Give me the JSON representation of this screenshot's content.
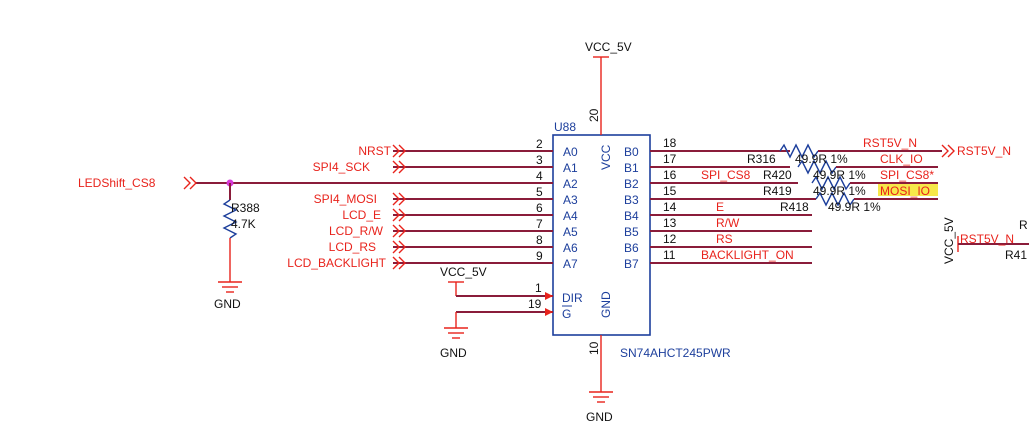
{
  "chip": {
    "ref": "U88",
    "part": "SN74AHCT245PWR",
    "vcc_label": "VCC",
    "gnd_label": "GND",
    "dir_label": "DIR",
    "g_label": "G",
    "left_pins": [
      {
        "num": "2",
        "name": "A0"
      },
      {
        "num": "3",
        "name": "A1"
      },
      {
        "num": "4",
        "name": "A2"
      },
      {
        "num": "5",
        "name": "A3"
      },
      {
        "num": "6",
        "name": "A4"
      },
      {
        "num": "7",
        "name": "A5"
      },
      {
        "num": "8",
        "name": "A6"
      },
      {
        "num": "9",
        "name": "A7"
      }
    ],
    "right_pins": [
      {
        "num": "18",
        "name": "B0"
      },
      {
        "num": "17",
        "name": "B1"
      },
      {
        "num": "16",
        "name": "B2"
      },
      {
        "num": "15",
        "name": "B3"
      },
      {
        "num": "14",
        "name": "B4"
      },
      {
        "num": "13",
        "name": "B5"
      },
      {
        "num": "12",
        "name": "B6"
      },
      {
        "num": "11",
        "name": "B7"
      }
    ],
    "pin_vcc": "20",
    "pin_gnd": "10",
    "pin_dir": "1",
    "pin_g": "19"
  },
  "power": {
    "vcc_top": "VCC_5V",
    "vcc_dir": "VCC_5V",
    "vcc_right": "VCC_5V",
    "gnd_bottom": "GND",
    "gnd_g": "GND",
    "gnd_left": "GND"
  },
  "left_nets": [
    "NRST",
    "SPI4_SCK",
    "",
    "SPI4_MOSI",
    "LCD_E",
    "LCD_R/W",
    "LCD_RS",
    "LCD_BACKLIGHT"
  ],
  "led_net": "LEDShift_CS8",
  "pulldown": {
    "ref": "R388",
    "value": "4.7K"
  },
  "right_nets": {
    "n0": "RST5V_N",
    "n1": "CLK_IO",
    "n2": "SPI_CS8",
    "n2b": "SPI_CS8*",
    "n3": "MOSI_IO",
    "n4": "E",
    "n5": "R/W",
    "n6": "RS",
    "n7": "BACKLIGHT_ON",
    "offpage": "RST5V_N",
    "far_right": "RST5V_N"
  },
  "resistors": [
    {
      "ref": "R316",
      "value": "49.9R 1%"
    },
    {
      "ref": "R420",
      "value": "49.9R 1%"
    },
    {
      "ref": "R419",
      "value": "49.9R 1%"
    },
    {
      "ref": "R418",
      "value": "49.9R 1%"
    }
  ],
  "cut_labels": {
    "r_top": "R",
    "r_bottom": "R41"
  }
}
